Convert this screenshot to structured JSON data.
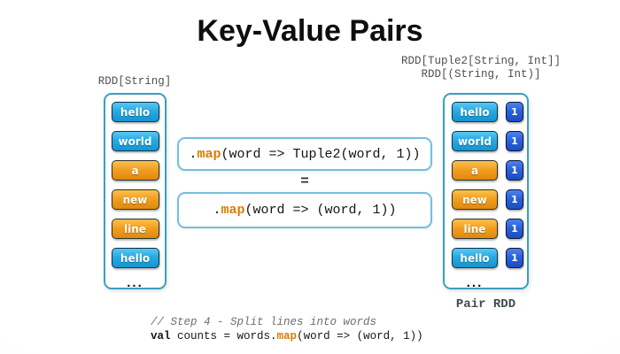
{
  "slide": {
    "title": "Key-Value Pairs"
  },
  "left_column": {
    "label": "RDD[String]",
    "items": [
      {
        "text": "hello",
        "color": "blue"
      },
      {
        "text": "world",
        "color": "blue"
      },
      {
        "text": "a",
        "color": "orange"
      },
      {
        "text": "new",
        "color": "orange"
      },
      {
        "text": "line",
        "color": "orange"
      },
      {
        "text": "hello",
        "color": "blue"
      }
    ],
    "ellipsis": "..."
  },
  "right_column": {
    "label_line1": "RDD[Tuple2[String, Int]]",
    "label_line2": "RDD[(String, Int)]",
    "items": [
      {
        "text": "hello",
        "color": "blue",
        "value": "1"
      },
      {
        "text": "world",
        "color": "blue",
        "value": "1"
      },
      {
        "text": "a",
        "color": "orange",
        "value": "1"
      },
      {
        "text": "new",
        "color": "orange",
        "value": "1"
      },
      {
        "text": "line",
        "color": "orange",
        "value": "1"
      },
      {
        "text": "hello",
        "color": "blue",
        "value": "1"
      }
    ],
    "ellipsis": "...",
    "caption": "Pair RDD"
  },
  "code_equivalence": {
    "box1": {
      "dot": ".",
      "keyword": "map",
      "args": "(word => Tuple2(word, 1))"
    },
    "equals": "=",
    "box2": {
      "dot": ".",
      "keyword": "map",
      "args": "(word => (word, 1))"
    }
  },
  "footer_code": {
    "comment": "// Step 4 - Split lines into words",
    "val_keyword": "val",
    "mid": " counts = words.",
    "map_keyword": "map",
    "args": "(word => (word, 1))"
  },
  "colors": {
    "blue_cell": "#29a9e1",
    "orange_cell": "#f09c1e",
    "value_cell": "#2a5fd7",
    "container_border": "#3aa0bf",
    "code_box_border": "#74bfdc",
    "keyword_orange": "#dd7c00",
    "comment_gray": "#6e6e6e",
    "label_gray": "#4f4f4f"
  }
}
